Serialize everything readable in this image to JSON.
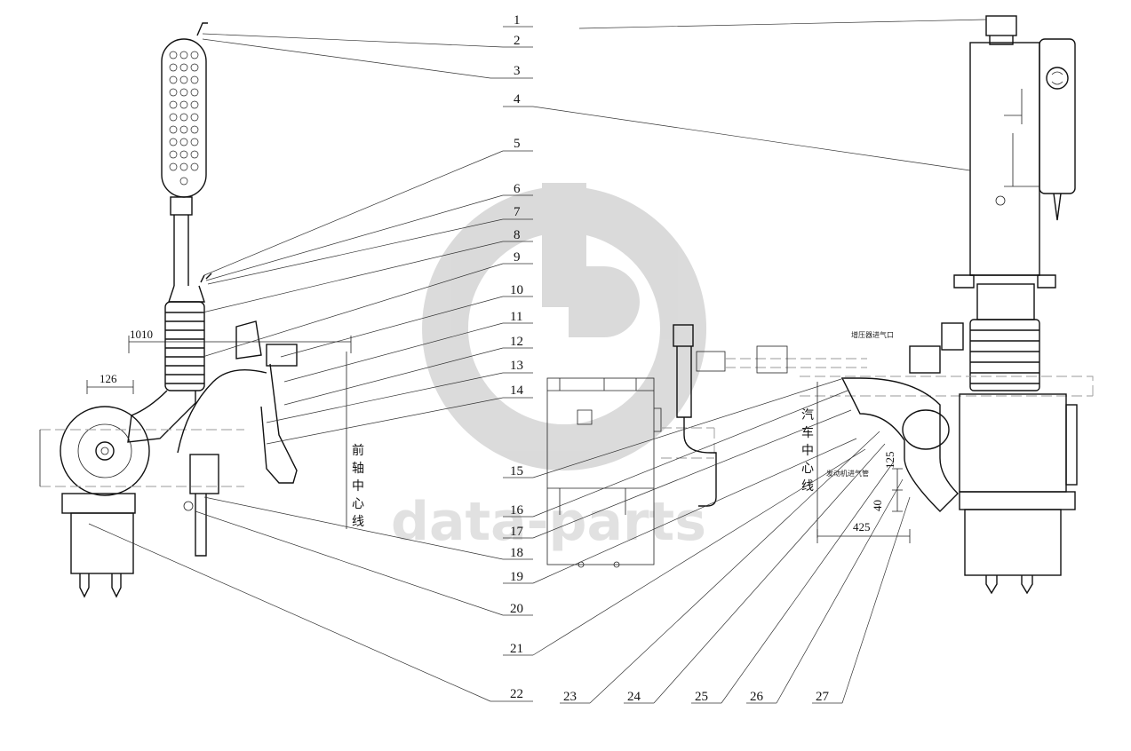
{
  "watermark": {
    "text": "data-parts",
    "color": "#cfcfcf"
  },
  "callouts": [
    "1",
    "2",
    "3",
    "4",
    "5",
    "6",
    "7",
    "8",
    "9",
    "10",
    "11",
    "12",
    "13",
    "14",
    "15",
    "16",
    "17",
    "18",
    "19",
    "20",
    "21",
    "22",
    "23",
    "24",
    "25",
    "26",
    "27"
  ],
  "dimensions": {
    "d1010": "1010",
    "d126": "126",
    "d125": "125",
    "d40": "40",
    "d425": "425"
  },
  "labels": {
    "front_axle_centerline": [
      "前",
      "轴",
      "中",
      "心",
      "线"
    ],
    "vehicle_centerline": [
      "汽",
      "车",
      "中",
      "心",
      "线"
    ],
    "pipe_note": "增压器进气口",
    "small_note": "发动机进气管"
  }
}
